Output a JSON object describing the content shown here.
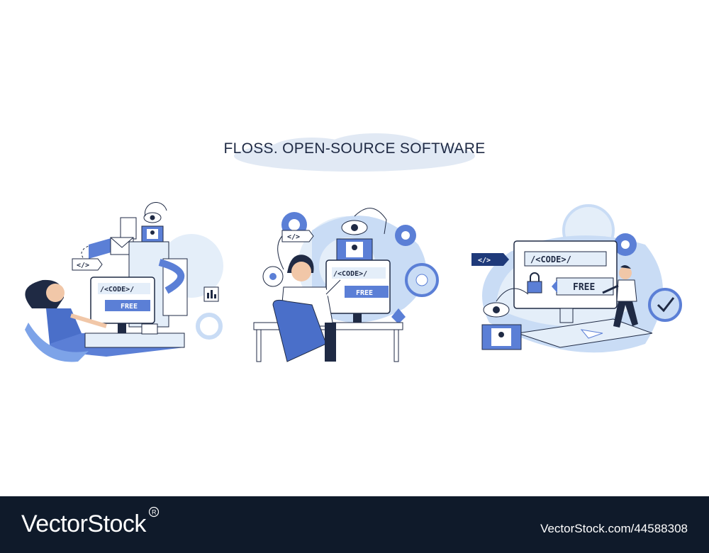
{
  "title": "FLOSS. OPEN-SOURCE SOFTWARE",
  "palette": {
    "navy": "#1f2a44",
    "blue": "#5b7fd6",
    "light_blue": "#c9dcf5",
    "pale_blue": "#e4eef9",
    "footer": "#0f1a2a"
  },
  "scenes": [
    {
      "screen_code": "/<CODE>/",
      "screen_free": "FREE",
      "tag": "</>"
    },
    {
      "screen_code": "/<CODE>/",
      "screen_free": "FREE",
      "tag": "</>"
    },
    {
      "screen_code": "/<CODE>/",
      "screen_free": "FREE",
      "tag": "</>"
    }
  ],
  "footer": {
    "brand": "VectorStock",
    "brand_mark": "registered-mark-icon",
    "image_id": "VectorStock.com/44588308"
  }
}
